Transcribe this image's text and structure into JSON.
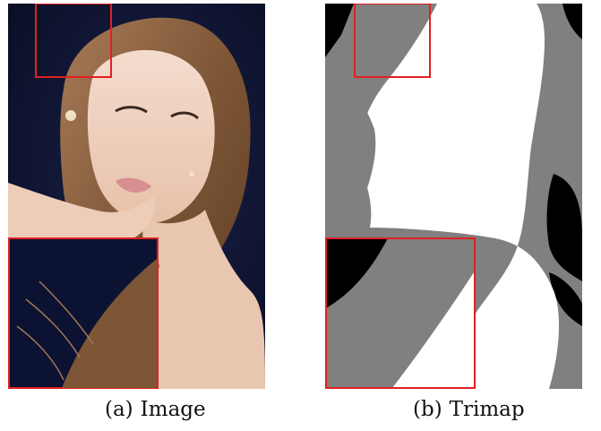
{
  "figure": {
    "panels": [
      {
        "letter": "(a)",
        "text": "Image"
      },
      {
        "letter": "(b)",
        "text": "Trimap"
      }
    ]
  },
  "colors": {
    "background_a": "#0c1232",
    "highlight_box": "#e02020",
    "trimap_foreground": "#ffffff",
    "trimap_unknown": "#808080",
    "trimap_background": "#000000"
  }
}
